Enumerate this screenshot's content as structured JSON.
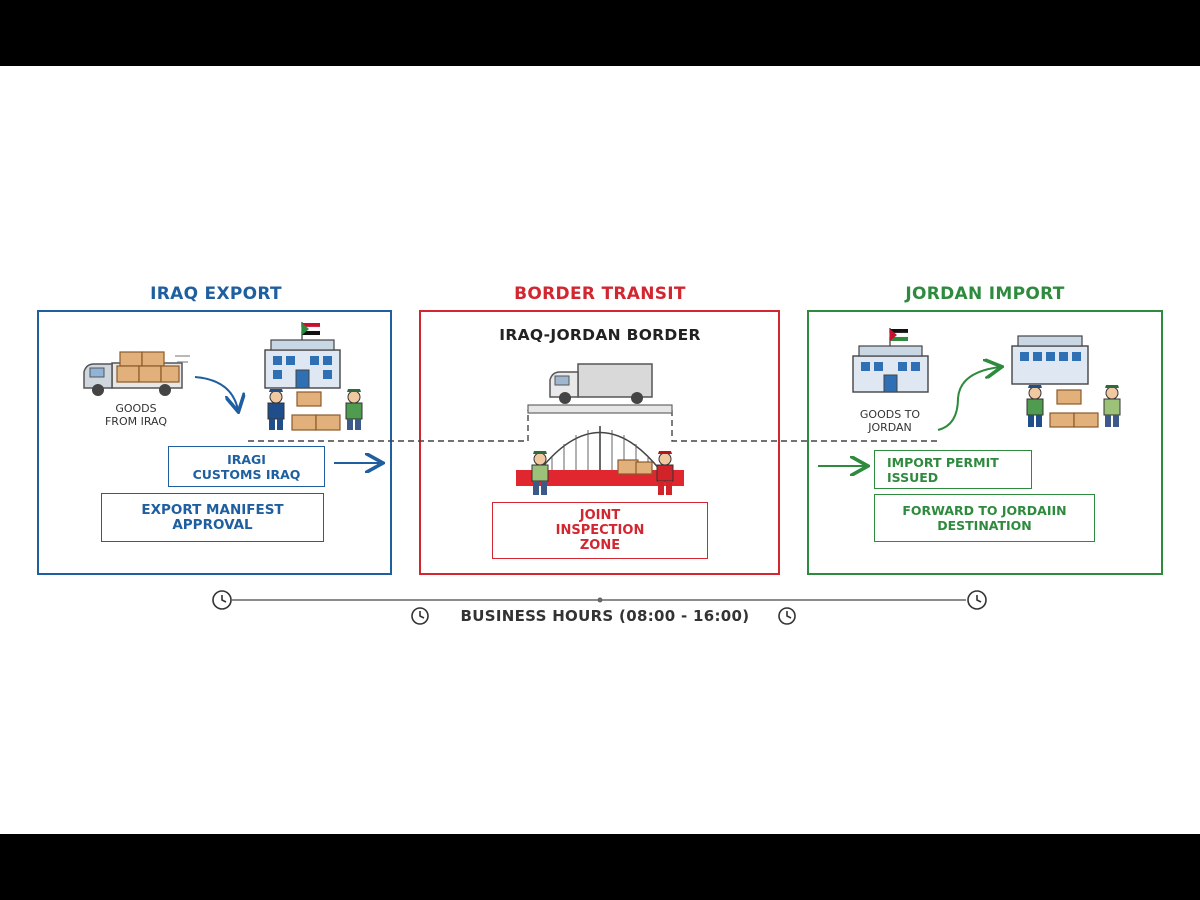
{
  "columns": [
    {
      "heading": "IRAQ EXPORT",
      "color": "#1f5fa0"
    },
    {
      "heading": "BORDER TRANSIT",
      "color": "#d22630"
    },
    {
      "heading": "JORDAN IMPORT",
      "color": "#2e8b3e"
    }
  ],
  "iraq": {
    "goods_label": "GOODS FROM IRAQ",
    "customs_label": "IRAGI CUSTOMS IRAQ",
    "manifest_label": "EXPORT MANIFEST APPROVAL"
  },
  "border": {
    "subtitle": "IRAQ-JORDAN BORDER",
    "zone_label": "JOINT INSPECTION ZONE"
  },
  "jordan": {
    "goods_label": "GOODS TO JORDAN",
    "permit_label": "IMPORT PERMIT ISSUED",
    "forward_label": "FORWARD TO JORDAIIN DESTINATION"
  },
  "timeline": {
    "caption": "BUSINESS HOURS (08:00 - 16:00)"
  },
  "icons": [
    "truck-icon",
    "crate-icon",
    "building-icon",
    "flag-icon",
    "officer-icon",
    "bridge-icon",
    "clock-icon",
    "arrow-icon"
  ]
}
